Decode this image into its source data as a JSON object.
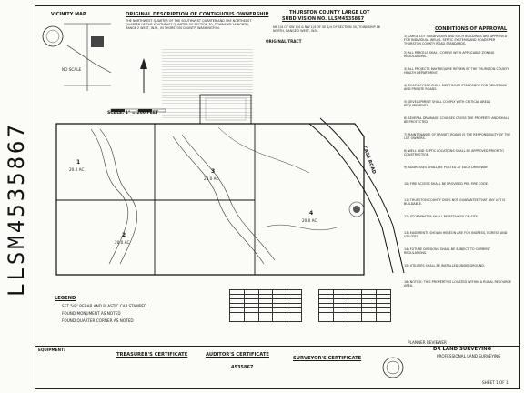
{
  "side_id": "LLSM4535867",
  "vicinity_map": {
    "title": "VICINITY MAP",
    "label_no_scale": "NO SCALE"
  },
  "original_description": {
    "title": "ORIGINAL DESCRIPTION OF CONTIGUOUS OWNERSHIP",
    "text": "THE NORTHWEST QUARTER OF THE SOUTHWEST QUARTER AND THE NORTHEAST QUARTER OF THE SOUTHEAST QUARTER OF SECTION 30, TOWNSHIP 16 NORTH, RANGE 2 WEST, W.M., IN THURSTON COUNTY, WASHINGTON."
  },
  "title_block": {
    "county": "THURSTON COUNTY LARGE LOT",
    "subdivision": "SUBDIVISION NO. LLSM4535867",
    "location": "NE 1/4 OF SW 1/4 & NW 1/4 OF SE 1/4 OF SECTION 30, TOWNSHIP 16 NORTH, RANGE 2 WEST, W.M.",
    "original_tract": "ORIGINAL TRACT"
  },
  "conditions": {
    "title": "CONDITIONS OF APPROVAL",
    "items": [
      "1) LARGE LOT SUBDIVISION AND SUCH BUILDINGS ARE APPROVED FOR INDIVIDUAL WELLS, SEPTIC SYSTEMS AND ROADS PER THURSTON COUNTY ROAD STANDARDS.",
      "2) ALL PARCELS SHALL COMPLY WITH APPLICABLE ZONING REGULATIONS.",
      "3) ALL PROJECTS MAY REQUIRE REVIEW BY THE THURSTON COUNTY HEALTH DEPARTMENT.",
      "4) ROAD ACCESS SHALL MEET ROAD STANDARDS FOR DRIVEWAYS AND PRIVATE ROADS.",
      "5) DEVELOPMENT SHALL COMPLY WITH CRITICAL AREAS REQUIREMENTS.",
      "6) SEVERAL DRAINAGE COURSES CROSS THE PROPERTY AND SHALL BE PROTECTED.",
      "7) MAINTENANCE OF PRIVATE ROADS IS THE RESPONSIBILITY OF THE LOT OWNERS.",
      "8) WELL AND SEPTIC LOCATIONS SHALL BE APPROVED PRIOR TO CONSTRUCTION.",
      "9) ADDRESSES SHALL BE POSTED AT EACH DRIVEWAY.",
      "10) FIRE ACCESS SHALL BE PROVIDED PER FIRE CODE.",
      "11) THURSTON COUNTY DOES NOT GUARANTEE THAT ANY LOT IS BUILDABLE.",
      "12) STORMWATER SHALL BE RETAINED ON SITE.",
      "13) EASEMENTS SHOWN HEREON ARE FOR INGRESS, EGRESS AND UTILITIES.",
      "14) FUTURE DIVISIONS SHALL BE SUBJECT TO CURRENT REGULATIONS.",
      "15) UTILITIES SHALL BE INSTALLED UNDERGROUND.",
      "16) NOTICE: THIS PROPERTY IS LOCATED WITHIN A RURAL RESOURCE AREA."
    ]
  },
  "map": {
    "scale_label": "SCALE: 1\" = 200 FEET",
    "road_label": "CASE ROAD",
    "lots": [
      {
        "num": "1",
        "area": "20.0 AC"
      },
      {
        "num": "2",
        "area": "20.0 AC"
      },
      {
        "num": "3",
        "area": "20.0 AC"
      },
      {
        "num": "4",
        "area": "20.0 AC"
      }
    ]
  },
  "legend": {
    "title": "LEGEND",
    "items": [
      "SET 5/8\" REBAR AND PLASTIC CAP STAMPED",
      "FOUND MONUMENT AS NOTED",
      "FOUND QUARTER CORNER AS NOTED"
    ]
  },
  "footer": {
    "equipment": "EQUIPMENT:",
    "treasurer": "TREASURER'S CERTIFICATE",
    "auditor": "AUDITOR'S CERTIFICATE",
    "auditor_number": "4535867",
    "surveyor": "SURVEYOR'S CERTIFICATE",
    "planner": "PLANNER REVIEWER",
    "firm": "DR LAND SURVEYING",
    "firm_sub": "PROFESSIONAL LAND SURVEYING",
    "sheet": "SHEET 1 OF 1"
  }
}
